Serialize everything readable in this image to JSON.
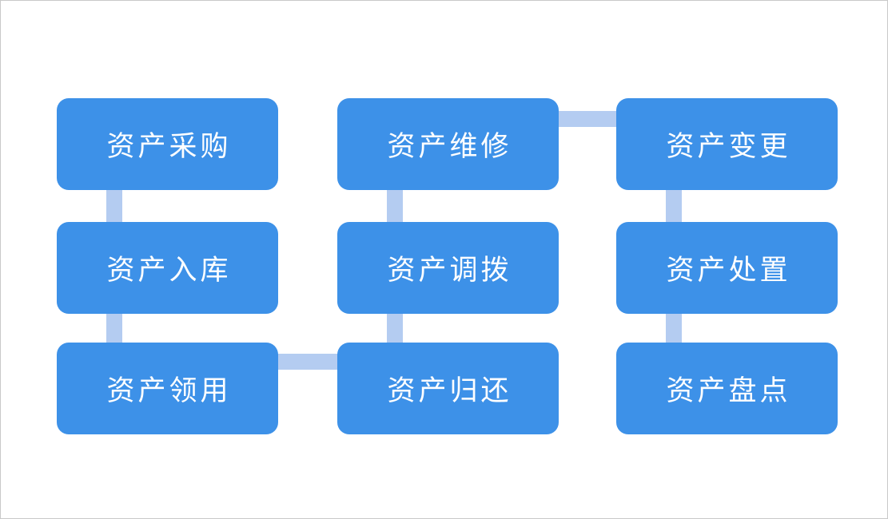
{
  "canvas": {
    "background_color": "#ffffff",
    "border_color": "#c9c9c9"
  },
  "flowchart": {
    "node_fill_color": "#3d91e8",
    "node_text_color": "#ffffff",
    "connector_color": "#b4ccf1",
    "nodes": [
      {
        "id": "asset-procurement",
        "label": "资产采购",
        "row": 1,
        "col": 1
      },
      {
        "id": "asset-repair",
        "label": "资产维修",
        "row": 1,
        "col": 2
      },
      {
        "id": "asset-change",
        "label": "资产变更",
        "row": 1,
        "col": 3
      },
      {
        "id": "asset-inbound",
        "label": "资产入库",
        "row": 2,
        "col": 1
      },
      {
        "id": "asset-transfer",
        "label": "资产调拨",
        "row": 2,
        "col": 2
      },
      {
        "id": "asset-disposal",
        "label": "资产处置",
        "row": 2,
        "col": 3
      },
      {
        "id": "asset-requisition",
        "label": "资产领用",
        "row": 3,
        "col": 1
      },
      {
        "id": "asset-return",
        "label": "资产归还",
        "row": 3,
        "col": 2
      },
      {
        "id": "asset-stocktake",
        "label": "资产盘点",
        "row": 3,
        "col": 3
      }
    ],
    "connections": [
      {
        "from": "资产采购",
        "to": "资产入库",
        "orientation": "vertical"
      },
      {
        "from": "资产入库",
        "to": "资产领用",
        "orientation": "vertical"
      },
      {
        "from": "资产维修",
        "to": "资产调拨",
        "orientation": "vertical"
      },
      {
        "from": "资产调拨",
        "to": "资产归还",
        "orientation": "vertical"
      },
      {
        "from": "资产变更",
        "to": "资产处置",
        "orientation": "vertical"
      },
      {
        "from": "资产处置",
        "to": "资产盘点",
        "orientation": "vertical"
      },
      {
        "from": "资产维修",
        "to": "资产变更",
        "orientation": "horizontal"
      },
      {
        "from": "资产领用",
        "to": "资产归还",
        "orientation": "horizontal"
      }
    ]
  }
}
